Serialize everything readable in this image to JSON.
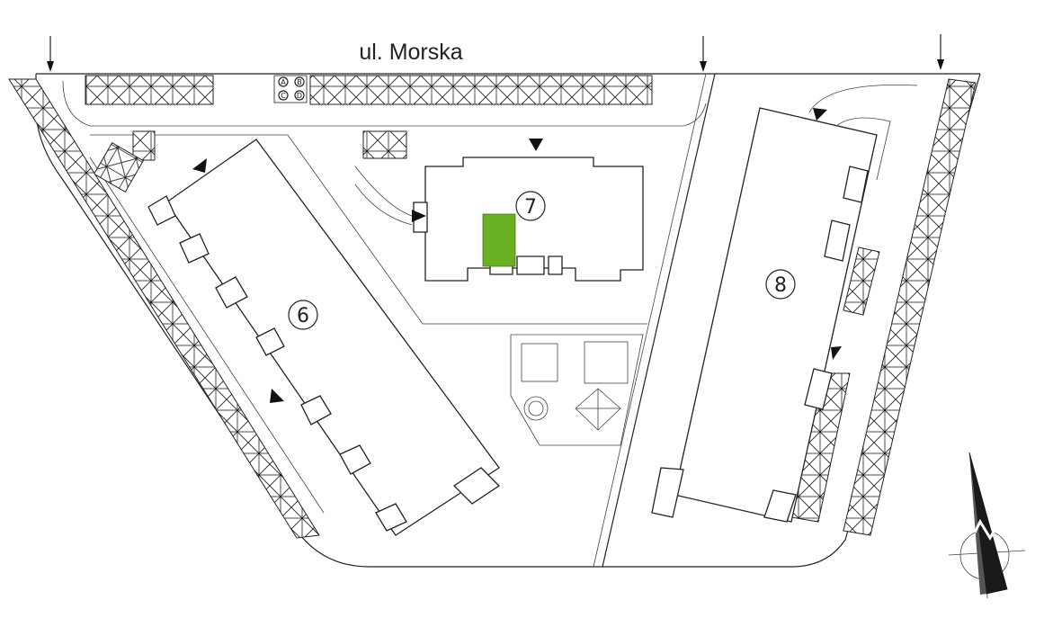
{
  "map": {
    "street_name": "ul. Morska",
    "buildings": [
      {
        "id": "building-6",
        "label": "6"
      },
      {
        "id": "building-7",
        "label": "7"
      },
      {
        "id": "building-8",
        "label": "8"
      }
    ],
    "parking_legend": [
      "A",
      "B",
      "C",
      "D"
    ],
    "highlight_color": "#6ab023",
    "compass": "north-arrow-icon"
  }
}
